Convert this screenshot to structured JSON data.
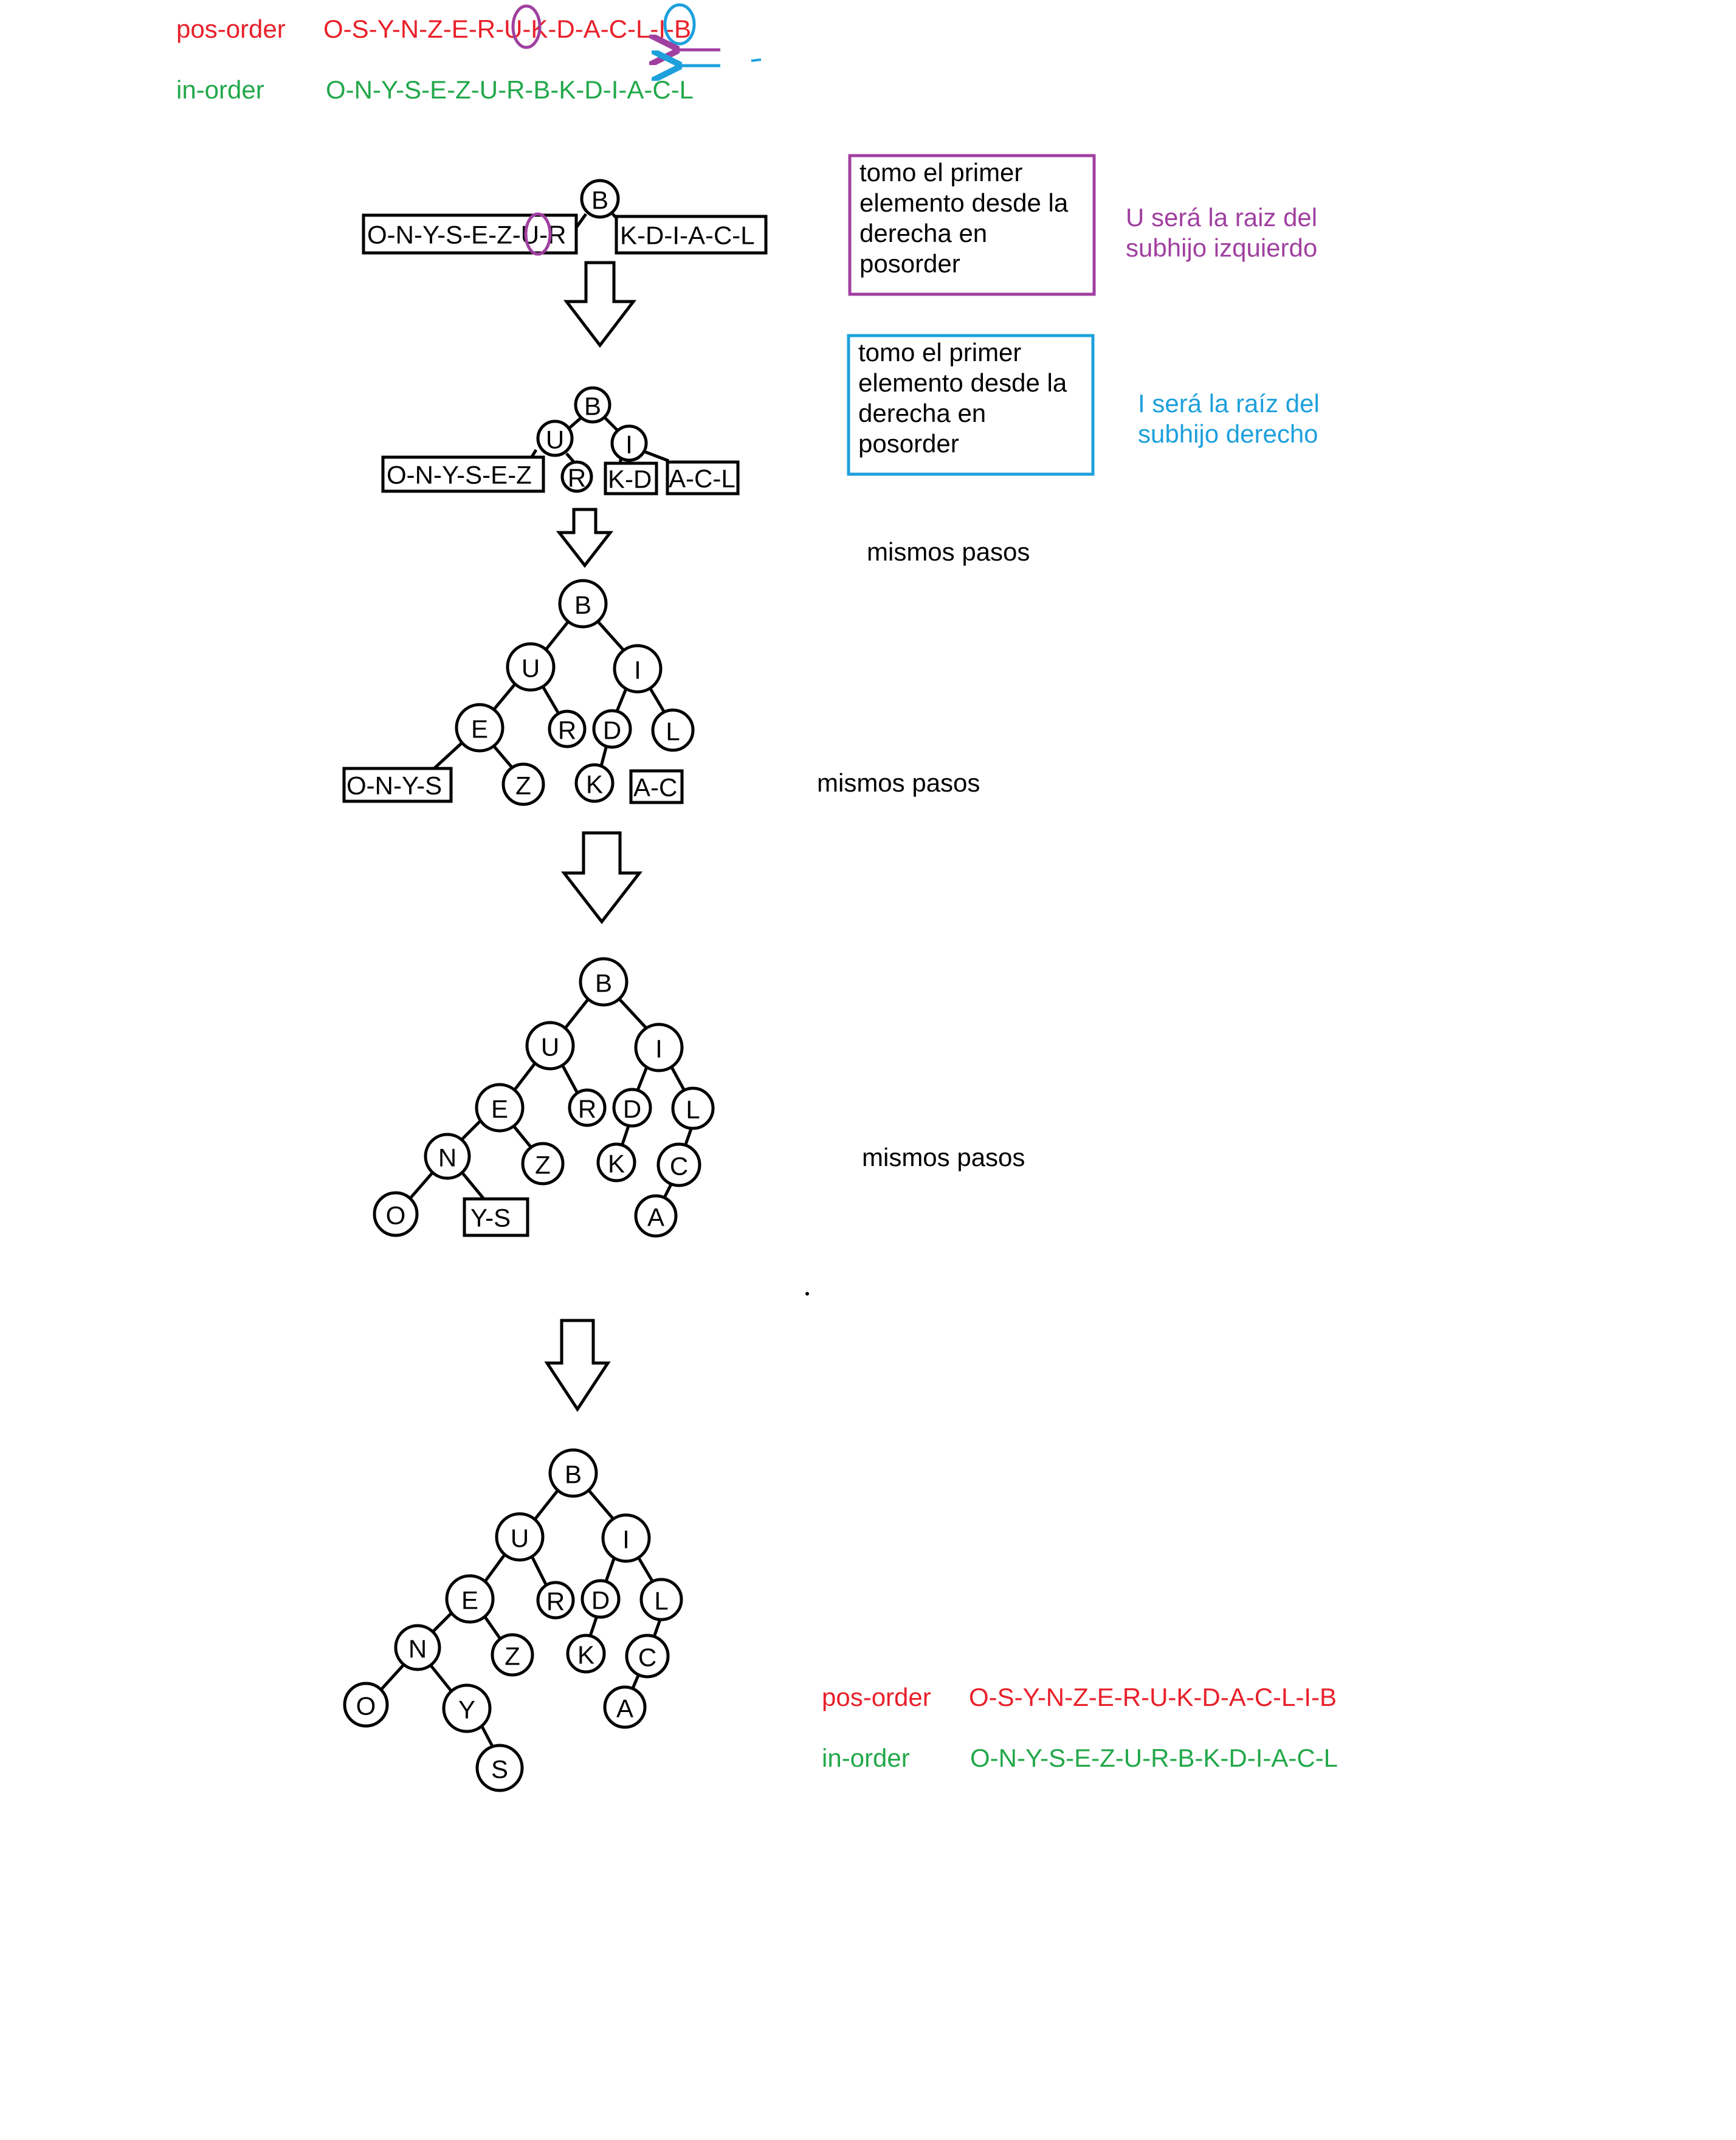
{
  "header": {
    "post_label": "pos-order",
    "post_seq": "O-S-Y-N-Z-E-R-U-K-D-A-C-L-I-B",
    "in_label": "in-order",
    "in_seq": "O-N-Y-S-E-Z-U-R-B-K-D-I-A-C-L"
  },
  "notes": {
    "left_note": "tomo el primer elemento desde la derecha en posorder",
    "left_result": "U será la raiz del subhijo izquierdo",
    "right_note": "tomo el primer elemento desde la derecha en posorder",
    "right_result": "I será la raíz del subhijo derecho"
  },
  "steps_label": "mismos pasos",
  "footer": {
    "post_label": "pos-order",
    "post_seq": "O-S-Y-N-Z-E-R-U-K-D-A-C-L-I-B",
    "in_label": "in-order",
    "in_seq": "O-N-Y-S-E-Z-U-R-B-K-D-I-A-C-L"
  },
  "colors": {
    "red": "#e8202a",
    "green": "#22a84a",
    "purple": "#a040a0",
    "blue": "#1ea0dc"
  },
  "diagram": {
    "stage1": {
      "root": "B",
      "left_seq": "O-N-Y-S-E-Z-U-R",
      "right_seq": "K-D-I-A-C-L"
    },
    "stage2": {
      "nodes": [
        "B",
        "U",
        "I",
        "R"
      ],
      "seqs": [
        "O-N-Y-S-E-Z",
        "K-D",
        "A-C-L"
      ]
    },
    "stage3": {
      "nodes": [
        "B",
        "U",
        "I",
        "E",
        "R",
        "D",
        "L",
        "Z",
        "K"
      ],
      "seqs": [
        "O-N-Y-S",
        "A-C"
      ]
    },
    "stage4": {
      "nodes": [
        "B",
        "U",
        "I",
        "E",
        "R",
        "D",
        "L",
        "N",
        "Z",
        "K",
        "C",
        "O",
        "A"
      ],
      "seqs": [
        "Y-S"
      ]
    },
    "stage5": {
      "nodes": [
        "B",
        "U",
        "I",
        "E",
        "R",
        "D",
        "L",
        "N",
        "Z",
        "K",
        "C",
        "O",
        "Y",
        "A",
        "S"
      ]
    }
  }
}
